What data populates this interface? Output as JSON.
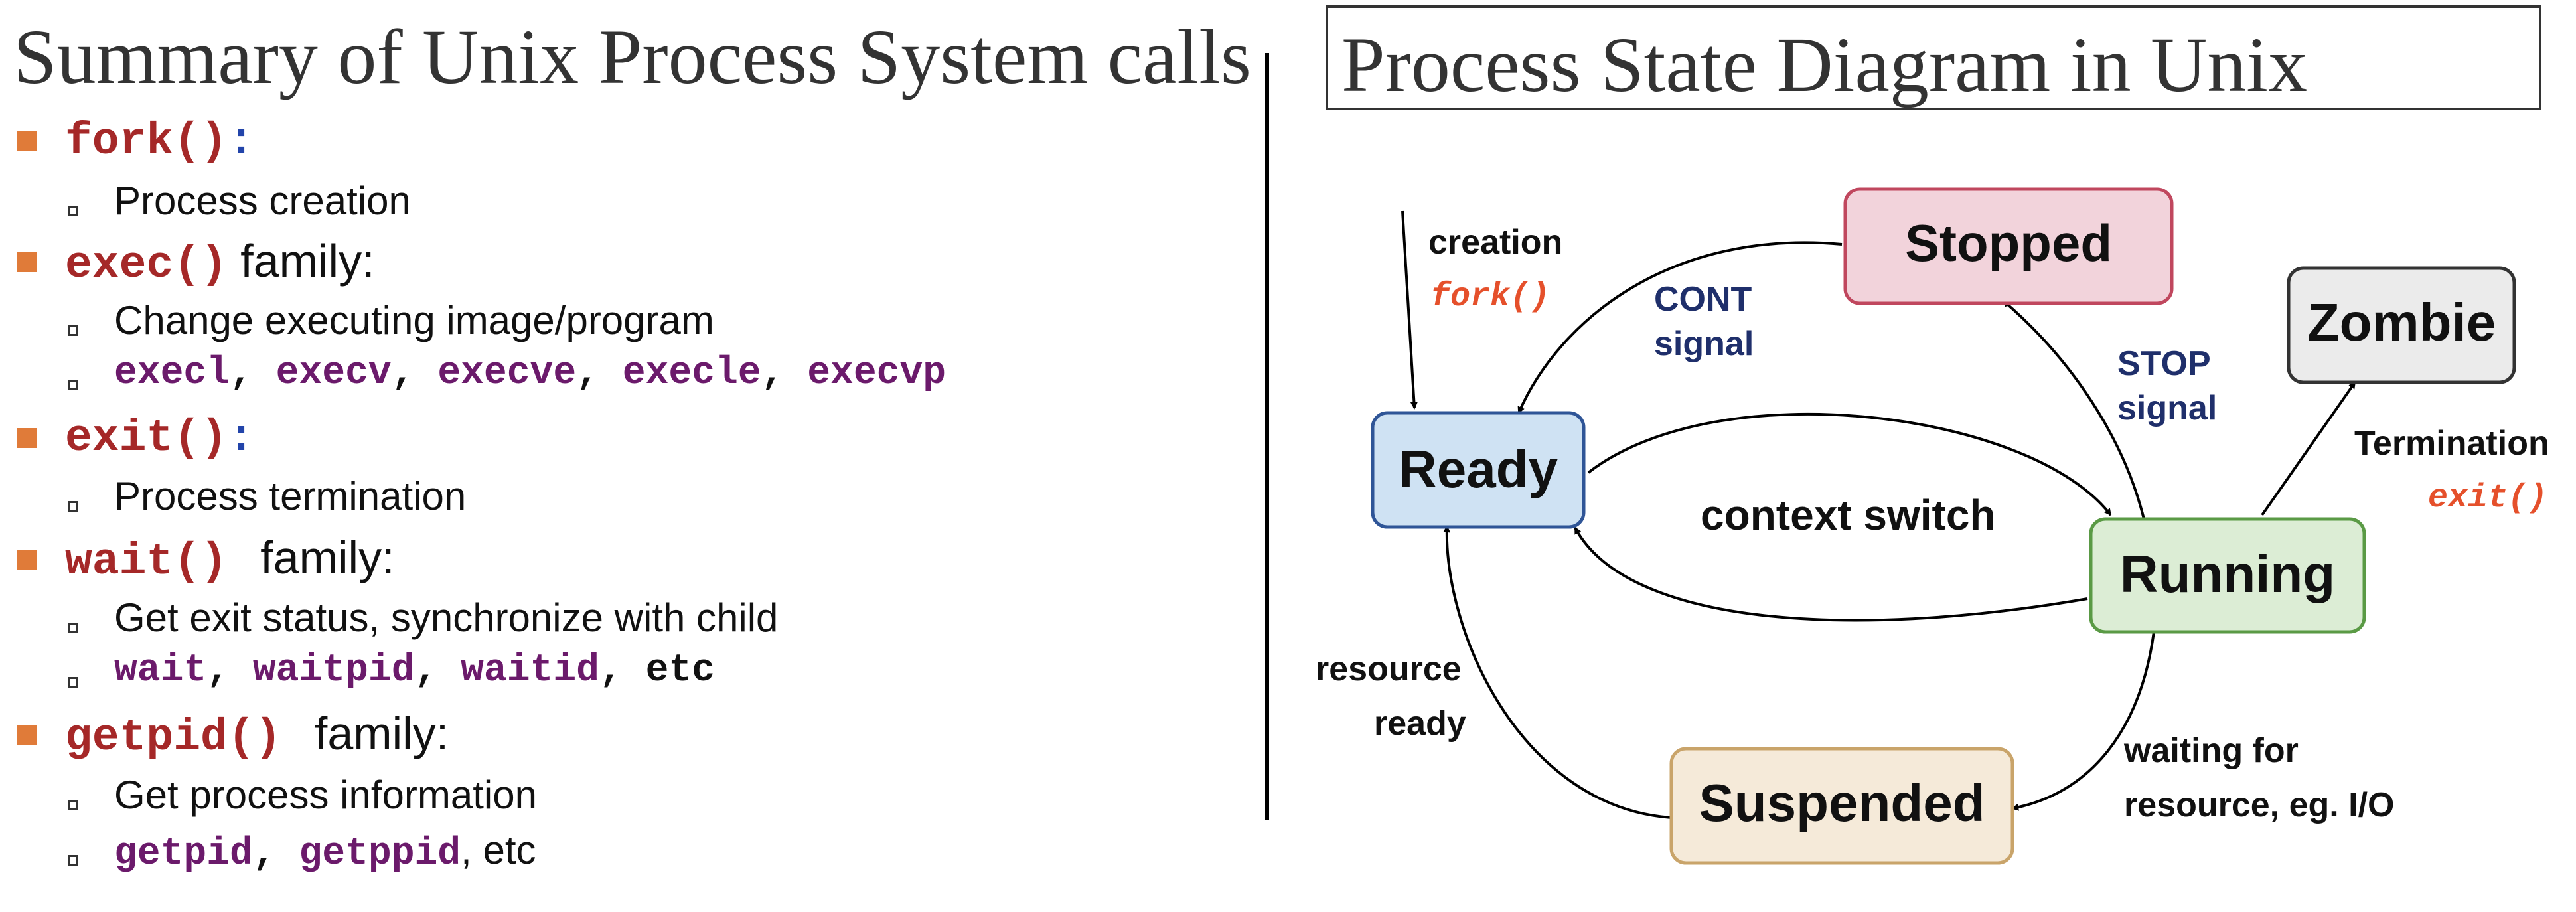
{
  "left": {
    "title": "Summary of Unix Process System calls",
    "items": [
      {
        "call": "fork()",
        "suffix": ":",
        "sub": [
          {
            "text": "Process creation"
          }
        ]
      },
      {
        "call": "exec()",
        "suffix": " family:",
        "sub": [
          {
            "text": "Change executing image/program"
          },
          {
            "codes": [
              "execl",
              "execv",
              "execve",
              "execle",
              "execvp"
            ]
          }
        ]
      },
      {
        "call": "exit()",
        "suffix": ":",
        "sub": [
          {
            "text": "Process termination"
          }
        ]
      },
      {
        "call": "wait()",
        "suffix": " family:",
        "sub": [
          {
            "text": "Get exit status, synchronize with child"
          },
          {
            "codes": [
              "wait",
              "waitpid",
              "waitid"
            ],
            "tail": "etc"
          }
        ]
      },
      {
        "call": "getpid()",
        "suffix": " family:",
        "sub": [
          {
            "text": "Get process information"
          },
          {
            "codes": [
              "getpid",
              "getppid"
            ],
            "tail": "etc"
          }
        ]
      }
    ]
  },
  "right": {
    "title": "Process State Diagram in Unix",
    "states": {
      "stopped": "Stopped",
      "zombie": "Zombie",
      "ready": "Ready",
      "running": "Running",
      "suspended": "Suspended"
    },
    "labels": {
      "creation": "creation",
      "fork": "fork()",
      "cont1": "CONT",
      "cont2": "signal",
      "stop1": "STOP",
      "stop2": "signal",
      "termination": "Termination",
      "exit": "exit()",
      "context_switch": "context switch",
      "resource1": "resource",
      "resource2": "ready",
      "waiting1": "waiting for",
      "waiting2": "resource, eg. I/O"
    },
    "colors": {
      "stopped_fill": "#f2d3db",
      "stopped_stroke": "#c0475e",
      "zombie_fill": "#ebebeb",
      "zombie_stroke": "#333333",
      "ready_fill": "#cfe2f3",
      "ready_stroke": "#2f5597",
      "running_fill": "#dcedd5",
      "running_stroke": "#5a9a45",
      "suspended_fill": "#f5ead9",
      "suspended_stroke": "#c9a46a",
      "signal_text": "#1f2f6b",
      "code_text": "#e5502b"
    }
  }
}
